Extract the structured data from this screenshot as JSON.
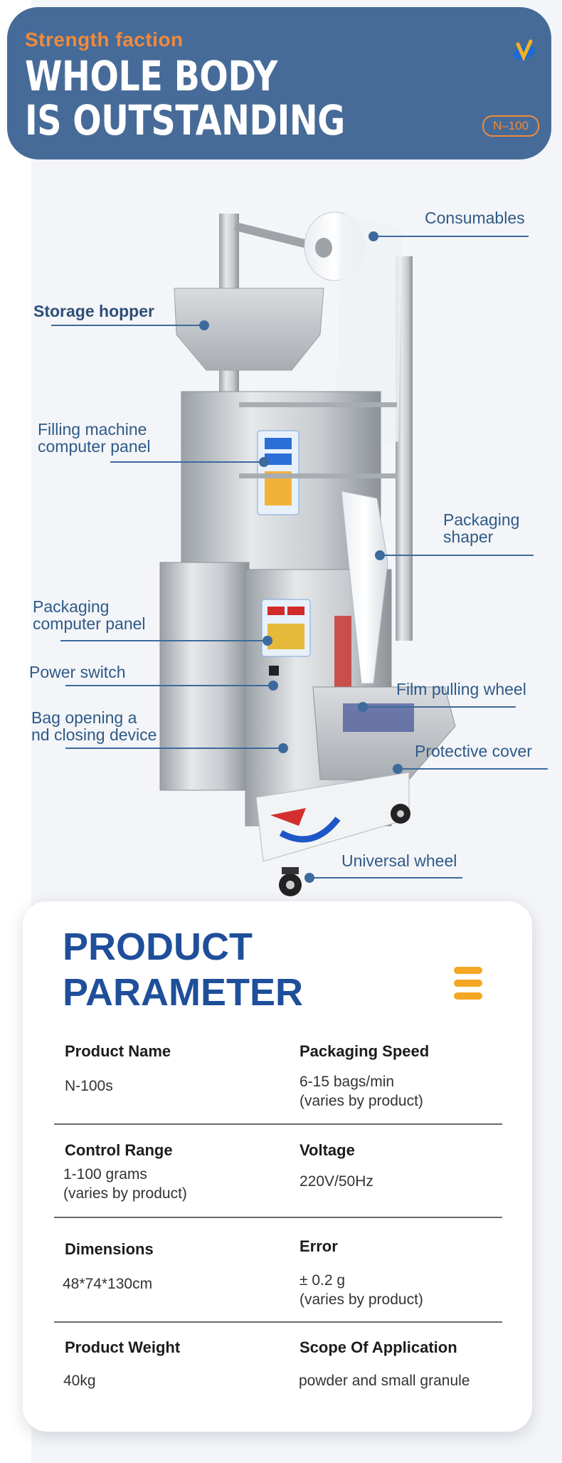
{
  "header": {
    "kicker": "Strength faction",
    "title_line1": "WHOLE BODY",
    "title_line2": "IS OUTSTANDING",
    "model_badge": "N–100",
    "logo_icon": "brand-logo-icon"
  },
  "machine_labels": {
    "consumables": "Consumables",
    "storage_hopper": "Storage hopper",
    "filling_panel_line1": "Filling machine",
    "filling_panel_line2": "computer panel",
    "packaging_shaper_line1": "Packaging",
    "packaging_shaper_line2": "shaper",
    "packaging_panel_line1": "Packaging",
    "packaging_panel_line2": "computer panel",
    "power_switch": "Power switch",
    "film_pulling_wheel": "Film pulling wheel",
    "bag_device_line1": "Bag opening a",
    "bag_device_line2": "nd closing device",
    "protective_cover": "Protective cover",
    "universal_wheel": "Universal wheel"
  },
  "parameters": {
    "title_line1": "PRODUCT",
    "title_line2": "PARAMETER",
    "menu_icon": "menu-icon",
    "rows": [
      {
        "left_key": "Product Name",
        "left_val_1": "N-100s",
        "left_val_2": "",
        "right_key": "Packaging Speed",
        "right_val_1": "6-15 bags/min",
        "right_val_2": "(varies by product)"
      },
      {
        "left_key": "Control Range",
        "left_val_1": "1-100 grams",
        "left_val_2": "(varies by product)",
        "right_key": "Voltage",
        "right_val_1": "220V/50Hz",
        "right_val_2": ""
      },
      {
        "left_key": "Dimensions",
        "left_val_1": "48*74*130cm",
        "left_val_2": "",
        "right_key": "Error",
        "right_val_1": "± 0.2 g",
        "right_val_2": "(varies by product)"
      },
      {
        "left_key": "Product Weight",
        "left_val_1": "40kg",
        "left_val_2": "",
        "right_key": "Scope Of Application",
        "right_val_1": "powder and small granule",
        "right_val_2": ""
      }
    ]
  },
  "colors": {
    "banner": "#466b98",
    "accent_orange": "#f08a3c",
    "label_blue": "#2e5a88",
    "param_title_blue": "#1f4f9a",
    "menu_orange": "#f5a623"
  }
}
